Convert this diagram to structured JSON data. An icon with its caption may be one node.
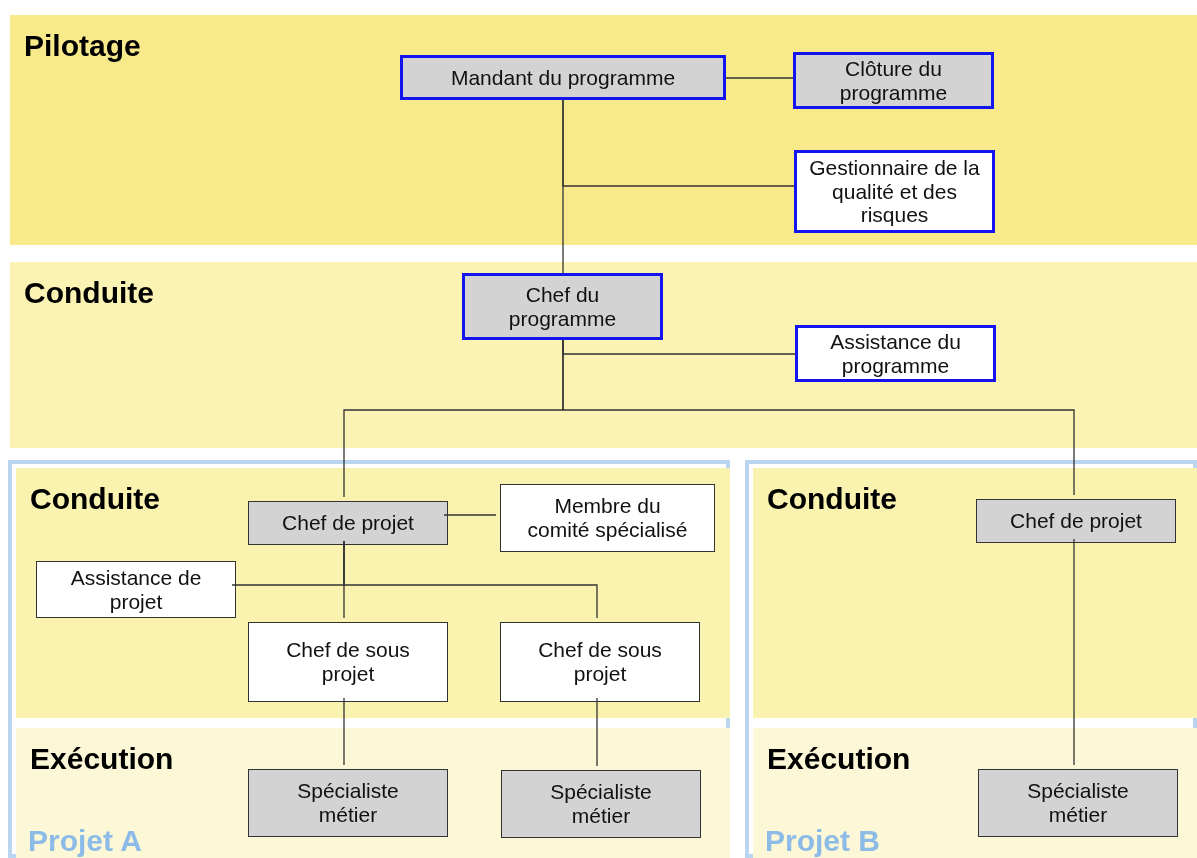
{
  "diagram": {
    "nodes": [
      {
        "text": [
          "Pilotage"
        ]
      },
      {
        "text": [
          "Mandant du programme"
        ],
        "in": 0
      },
      {
        "text": [
          "Clôture du programme"
        ],
        "in": 0
      },
      {
        "text": [
          "Gestionnaire de la qualité et des risques"
        ],
        "in": 0
      },
      {
        "text": [
          "Conduite"
        ]
      },
      {
        "text": [
          "Chef du programme"
        ],
        "in": 4
      },
      {
        "text": [
          "Assistance du programme"
        ],
        "in": 4
      },
      {
        "text": [],
        "shape": "box"
      },
      {
        "text": [
          "Conduite"
        ],
        "in": 7
      },
      {
        "text": [
          "Chef de projet"
        ],
        "in": 8
      },
      {
        "text": [
          "Membre du comité spécialisé"
        ],
        "in": 8
      },
      {
        "text": [
          "Assistance de projet"
        ],
        "in": 8
      },
      {
        "text": [
          "Chef de sous projet"
        ],
        "in": 8
      },
      {
        "text": [
          "Chef de sous projet"
        ],
        "in": 8
      },
      {
        "text": [
          "Exécution",
          "Projet A"
        ],
        "in": 7
      },
      {
        "text": [
          "Spécialiste métier"
        ],
        "in": 14
      },
      {
        "text": [
          "Spécialiste métier"
        ],
        "in": 14
      },
      {
        "text": [],
        "shape": "box"
      },
      {
        "text": [
          "Conduite"
        ],
        "in": 17
      },
      {
        "text": [
          "Chef de projet"
        ],
        "in": 18
      },
      {
        "text": [
          "Exécution",
          "Projet B"
        ],
        "in": 17
      },
      {
        "text": [
          "Spécialiste métier"
        ],
        "in": 20
      }
    ],
    "edges": [
      {
        "from": 1,
        "to": 2,
        "arrow": "none"
      },
      {
        "from": 1,
        "to": 3,
        "arrow": "none"
      },
      {
        "from": 1,
        "to": 5,
        "arrow": "none"
      },
      {
        "from": 5,
        "to": 6,
        "arrow": "none"
      },
      {
        "from": 5,
        "to": 9,
        "arrow": "none"
      },
      {
        "from": 5,
        "to": 19,
        "arrow": "none"
      },
      {
        "from": 9,
        "to": 10,
        "arrow": "none"
      },
      {
        "from": 9,
        "to": 11,
        "arrow": "none"
      },
      {
        "from": 9,
        "to": 12,
        "arrow": "none"
      },
      {
        "from": 9,
        "to": 13,
        "arrow": "none"
      },
      {
        "from": 12,
        "to": 15,
        "arrow": "none"
      },
      {
        "from": 13,
        "to": 16,
        "arrow": "none"
      },
      {
        "from": 19,
        "to": 21,
        "arrow": "none"
      }
    ]
  }
}
